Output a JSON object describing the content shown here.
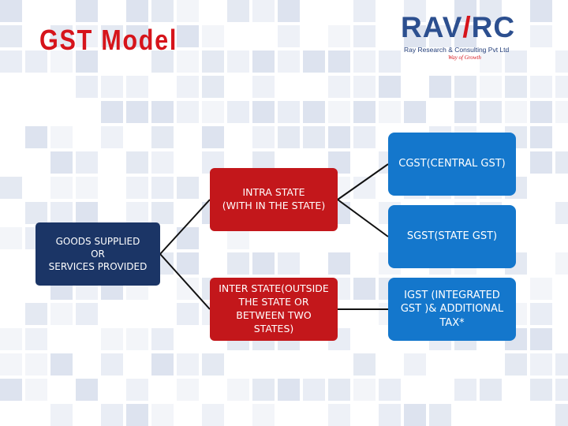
{
  "title": "GST  Model",
  "logo": {
    "wordmark_left": "RAV",
    "wordmark_accent": "/",
    "wordmark_right": "RC",
    "company_line": "Ray Research & Consulting Pvt Ltd",
    "tagline": "Way of Growth"
  },
  "diagram": {
    "root": {
      "label": "GOODS  SUPPLIED\nOR\nSERVICES  PROVIDED"
    },
    "intra_state": {
      "label": "INTRA STATE\n(WITH IN THE STATE)"
    },
    "inter_state": {
      "label": "INTER STATE(OUTSIDE\nTHE STATE OR\nBETWEEN TWO\nSTATES)"
    },
    "cgst": {
      "label": "CGST(CENTRAL GST)"
    },
    "sgst": {
      "label": "SGST(STATE GST)"
    },
    "igst": {
      "label": "IGST (INTEGRATED\nGST )& ADDITIONAL\nTAX*"
    }
  },
  "colors": {
    "title": "#d6141b",
    "root_box": "#1b3566",
    "mid_box": "#c3171b",
    "leaf_box": "#1477cc",
    "connector": "#111111"
  }
}
